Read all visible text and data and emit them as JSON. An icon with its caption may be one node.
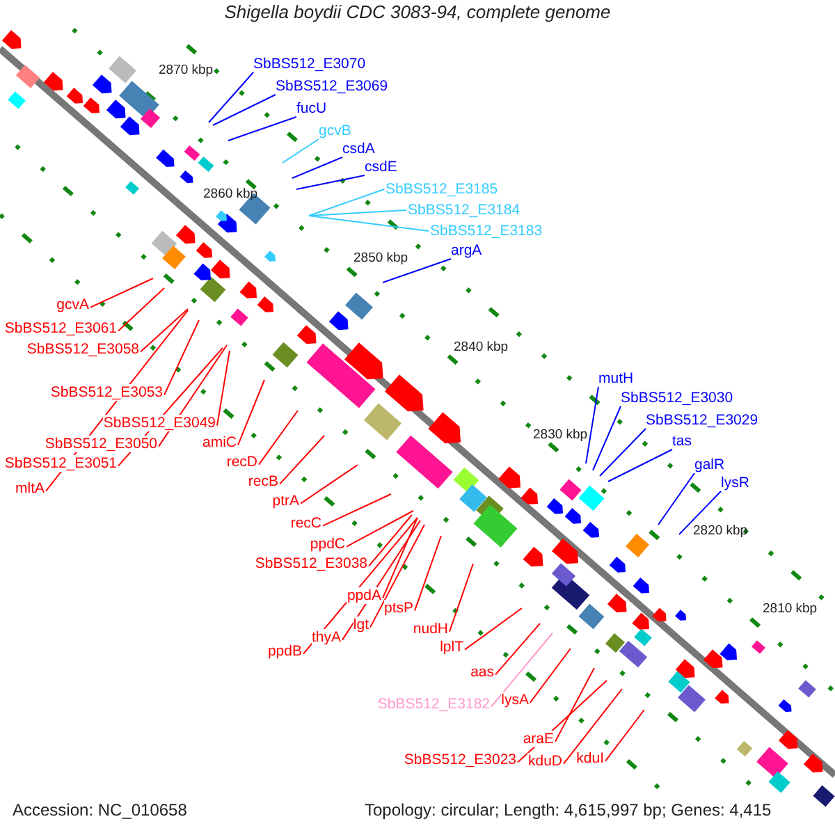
{
  "diagram": {
    "title": "Shigella boydii CDC 3083-94, complete genome",
    "nodes": [
      {
        "text": [
          "SbBS512_E3070"
        ]
      },
      {
        "text": [
          "SbBS512_E3069"
        ]
      },
      {
        "text": [
          "fucU"
        ]
      },
      {
        "text": [
          "gcvB"
        ]
      },
      {
        "text": [
          "csdA"
        ]
      },
      {
        "text": [
          "csdE"
        ]
      },
      {
        "text": [
          "SbBS512_E3185"
        ]
      },
      {
        "text": [
          "SbBS512_E3184"
        ]
      },
      {
        "text": [
          "SbBS512_E3183"
        ]
      },
      {
        "text": [
          "argA"
        ]
      },
      {
        "text": [
          "gcvA"
        ]
      },
      {
        "text": [
          "SbBS512_E3061"
        ]
      },
      {
        "text": [
          "SbBS512_E3058"
        ]
      },
      {
        "text": [
          "SbBS512_E3053"
        ]
      },
      {
        "text": [
          "SbBS512_E3049"
        ]
      },
      {
        "text": [
          "SbBS512_E3050"
        ]
      },
      {
        "text": [
          "SbBS512_E3051"
        ]
      },
      {
        "text": [
          "mltA"
        ]
      },
      {
        "text": [
          "amiC"
        ]
      },
      {
        "text": [
          "recD"
        ]
      },
      {
        "text": [
          "recB"
        ]
      },
      {
        "text": [
          "ptrA"
        ]
      },
      {
        "text": [
          "recC"
        ]
      },
      {
        "text": [
          "ppdC"
        ]
      },
      {
        "text": [
          "SbBS512_E3038"
        ]
      },
      {
        "text": [
          "ppdA"
        ]
      },
      {
        "text": [
          "thyA"
        ]
      },
      {
        "text": [
          "lgt"
        ]
      },
      {
        "text": [
          "ptsP"
        ]
      },
      {
        "text": [
          "ppdB"
        ]
      },
      {
        "text": [
          "nudH"
        ]
      },
      {
        "text": [
          "lplT"
        ]
      },
      {
        "text": [
          "aas"
        ]
      },
      {
        "text": [
          "SbBS512_E3182"
        ]
      },
      {
        "text": [
          "lysA"
        ]
      },
      {
        "text": [
          "araE"
        ]
      },
      {
        "text": [
          "SbBS512_E3023"
        ]
      },
      {
        "text": [
          "kduD"
        ]
      },
      {
        "text": [
          "kduI"
        ]
      },
      {
        "text": [
          "mutH"
        ]
      },
      {
        "text": [
          "SbBS512_E3030"
        ]
      },
      {
        "text": [
          "SbBS512_E3029"
        ]
      },
      {
        "text": [
          "tas"
        ]
      },
      {
        "text": [
          "galR"
        ]
      },
      {
        "text": [
          "lysR"
        ]
      }
    ],
    "edges": [
      {
        "from": 0,
        "to": null,
        "arrow": "none",
        "color": "#0000ff"
      },
      {
        "from": 1,
        "to": null,
        "arrow": "none",
        "color": "#0000ff"
      },
      {
        "from": 2,
        "to": null,
        "arrow": "none",
        "color": "#0000ff"
      },
      {
        "from": 3,
        "to": null,
        "arrow": "none",
        "color": "#33ccff"
      },
      {
        "from": 4,
        "to": null,
        "arrow": "none",
        "color": "#0000ff"
      },
      {
        "from": 5,
        "to": null,
        "arrow": "none",
        "color": "#0000ff"
      },
      {
        "from": 6,
        "to": null,
        "arrow": "none",
        "color": "#33ccff"
      },
      {
        "from": 7,
        "to": null,
        "arrow": "none",
        "color": "#33ccff"
      },
      {
        "from": 8,
        "to": null,
        "arrow": "none",
        "color": "#33ccff"
      },
      {
        "from": 9,
        "to": null,
        "arrow": "none",
        "color": "#0000ff"
      },
      {
        "from": 10,
        "to": null,
        "arrow": "none"
      },
      {
        "from": 11,
        "to": null,
        "arrow": "none"
      },
      {
        "from": 12,
        "to": null,
        "arrow": "none"
      },
      {
        "from": 13,
        "to": null,
        "arrow": "none"
      },
      {
        "from": 14,
        "to": null,
        "arrow": "none"
      },
      {
        "from": 15,
        "to": null,
        "arrow": "none"
      },
      {
        "from": 16,
        "to": null,
        "arrow": "none"
      },
      {
        "from": 17,
        "to": null,
        "arrow": "none"
      },
      {
        "from": 18,
        "to": null,
        "arrow": "none"
      },
      {
        "from": 19,
        "to": null,
        "arrow": "none"
      },
      {
        "from": 20,
        "to": null,
        "arrow": "none"
      },
      {
        "from": 21,
        "to": null,
        "arrow": "none"
      },
      {
        "from": 22,
        "to": null,
        "arrow": "none"
      },
      {
        "from": 23,
        "to": null,
        "arrow": "none"
      },
      {
        "from": 24,
        "to": null,
        "arrow": "none"
      },
      {
        "from": 25,
        "to": null,
        "arrow": "none"
      },
      {
        "from": 26,
        "to": null,
        "arrow": "none"
      },
      {
        "from": 27,
        "to": null,
        "arrow": "none"
      },
      {
        "from": 28,
        "to": null,
        "arrow": "none"
      },
      {
        "from": 29,
        "to": null,
        "arrow": "none"
      },
      {
        "from": 30,
        "to": null,
        "arrow": "none"
      },
      {
        "from": 31,
        "to": null,
        "arrow": "none"
      },
      {
        "from": 32,
        "to": null,
        "arrow": "none"
      },
      {
        "from": 33,
        "to": null,
        "arrow": "none",
        "color": "#ff99cc"
      },
      {
        "from": 34,
        "to": null,
        "arrow": "none"
      },
      {
        "from": 35,
        "to": null,
        "arrow": "none"
      },
      {
        "from": 36,
        "to": null,
        "arrow": "none"
      },
      {
        "from": 37,
        "to": null,
        "arrow": "none"
      },
      {
        "from": 38,
        "to": null,
        "arrow": "none"
      },
      {
        "from": 39,
        "to": null,
        "arrow": "none",
        "color": "#0000ff"
      },
      {
        "from": 40,
        "to": null,
        "arrow": "none",
        "color": "#0000ff"
      },
      {
        "from": 41,
        "to": null,
        "arrow": "none",
        "color": "#0000ff"
      },
      {
        "from": 42,
        "to": null,
        "arrow": "none",
        "color": "#0000ff"
      },
      {
        "from": 43,
        "to": null,
        "arrow": "none",
        "color": "#0000ff"
      },
      {
        "from": 44,
        "to": null,
        "arrow": "none",
        "color": "#0000ff"
      }
    ],
    "labels": [
      "2870 kbp",
      "2860 kbp",
      "2850 kbp",
      "2840 kbp",
      "2830 kbp",
      "2820 kbp",
      "2810 kbp",
      "Accession: NC_010658",
      "Topology: circular; Length: 4,615,997 bp; Genes: 4,415"
    ]
  }
}
